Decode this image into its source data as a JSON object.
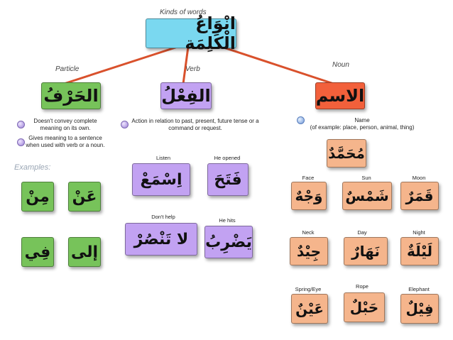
{
  "title": {
    "caption": "Kinds of words",
    "arabic": "انْوَاعُ الْكَلِمَة"
  },
  "categories": {
    "particle": {
      "caption": "Particle",
      "arabic": "الحَرْفُ",
      "notes": [
        "Doesn't convey complete meaning on its own.",
        "Gives meaning to a sentence when used with verb or a noun."
      ]
    },
    "verb": {
      "caption": "Verb",
      "arabic": "الفِعْلُ",
      "notes": [
        "Action in relation to past, present, future tense or a command or request."
      ]
    },
    "noun": {
      "caption": "Noun",
      "arabic": "الاسم",
      "notes": [
        "Name",
        "(of example: place, person, animal, thing)"
      ]
    }
  },
  "examples_label": "Examples:",
  "particles": [
    "مِنْ",
    "عَنْ",
    "فِي",
    "إلى"
  ],
  "verbs": [
    {
      "label": "Listen",
      "arabic": "اِسْمَعْ"
    },
    {
      "label": "He opened",
      "arabic": "فَتَحَ"
    },
    {
      "label": "Don't help",
      "arabic": "لا تَنْصُرْ"
    },
    {
      "label": "He hits",
      "arabic": "يَضْرِبُ"
    }
  ],
  "noun_main": "مُحَمَّدٌ",
  "nouns": [
    {
      "label": "Face",
      "arabic": "وَجْهٌ"
    },
    {
      "label": "Sun",
      "arabic": "شَمْسٌ"
    },
    {
      "label": "Moon",
      "arabic": "قَمَرٌ"
    },
    {
      "label": "Neck",
      "arabic": "جِيْدٌ"
    },
    {
      "label": "Day",
      "arabic": "نَهَارٌ"
    },
    {
      "label": "Night",
      "arabic": "لَيْلَةٌ"
    },
    {
      "label": "Spring/Eye",
      "arabic": "عَيْنٌ"
    },
    {
      "label": "Rope",
      "arabic": "حَبْلٌ"
    },
    {
      "label": "Elephant",
      "arabic": "فِيْلٌ"
    }
  ],
  "colors": {
    "connector": "#d9512c",
    "particle": "#77c35a",
    "verb": "#c2a2f2",
    "noun": "#f2603b",
    "title": "#7ad8f0",
    "noun_examples": "#f5b58c"
  }
}
